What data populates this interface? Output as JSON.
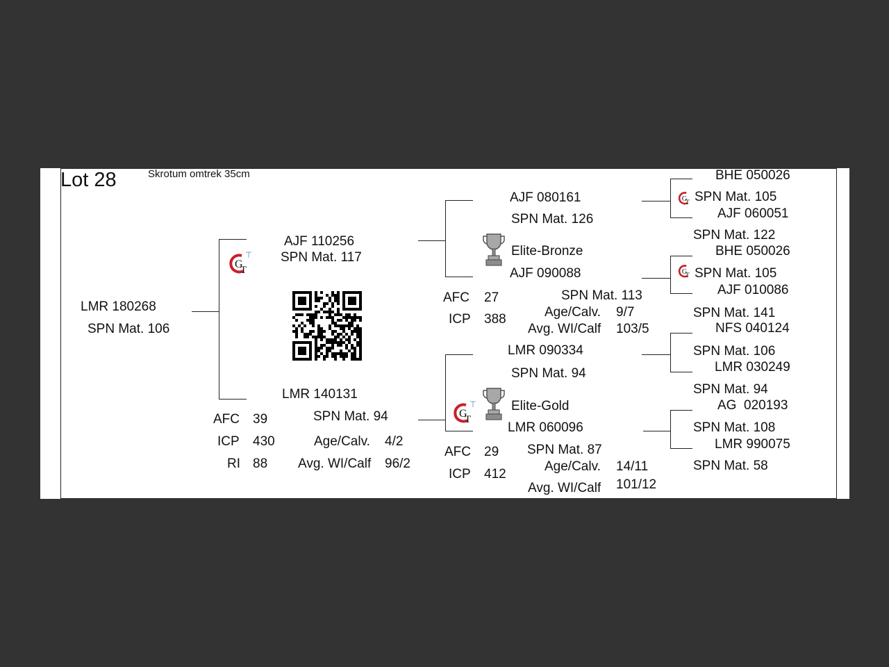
{
  "lot": "Lot 28",
  "note": "Skrotum omtrek 35cm",
  "subject": {
    "id": "LMR 180268",
    "spn": "SPN Mat. 106"
  },
  "sire": {
    "id": "AJF 110256",
    "spn": "SPN Mat. 117"
  },
  "dam": {
    "id": "LMR 140131",
    "spn": "SPN Mat. 94",
    "afc_label": "AFC",
    "afc": "39",
    "icp_label": "ICP",
    "icp": "430",
    "ri_label": "RI",
    "ri": "88",
    "age_label": "Age/Calv.",
    "age": "4/2",
    "wi_label": "Avg. WI/Calf",
    "wi": "96/2"
  },
  "sire_sire": {
    "id": "AJF 080161",
    "spn": "SPN Mat. 126"
  },
  "sire_dam": {
    "award": "Elite-Bronze",
    "id": "AJF 090088",
    "spn": "SPN Mat. 113",
    "afc_label": "AFC",
    "afc": "27",
    "icp_label": "ICP",
    "icp": "388",
    "age_label": "Age/Calv.",
    "age": "9/7",
    "wi_label": "Avg. WI/Calf",
    "wi": "103/5"
  },
  "dam_sire": {
    "id": "LMR 090334",
    "spn": "SPN Mat. 94"
  },
  "dam_dam": {
    "award": "Elite-Gold",
    "id": "LMR 060096",
    "spn": "SPN Mat. 87",
    "afc_label": "AFC",
    "afc": "29",
    "icp_label": "ICP",
    "icp": "412",
    "age_label": "Age/Calv.",
    "age": "14/11",
    "wi_label": "Avg. WI/Calf",
    "wi": "101/12"
  },
  "gen3": [
    {
      "id": "BHE 050026",
      "spn": "SPN Mat. 105"
    },
    {
      "id": "AJF 060051",
      "spn": "SPN Mat. 122"
    },
    {
      "id": "BHE 050026",
      "spn": "SPN Mat. 105"
    },
    {
      "id": "AJF 010086",
      "spn": "SPN Mat. 141"
    },
    {
      "id": "NFS 040124",
      "spn": "SPN Mat. 106"
    },
    {
      "id": "LMR 030249",
      "spn": "SPN Mat. 94"
    },
    {
      "id": "AG  020193",
      "spn": "SPN Mat. 108"
    },
    {
      "id": "LMR 990075",
      "spn": "SPN Mat. 58"
    }
  ],
  "icons": {
    "logo": "gt-breeder-logo-icon",
    "trophy": "trophy-icon",
    "qr": "qr-code-icon"
  },
  "colors": {
    "logo_red": "#c8202a",
    "trophy_gray": "#8c8c8c"
  }
}
